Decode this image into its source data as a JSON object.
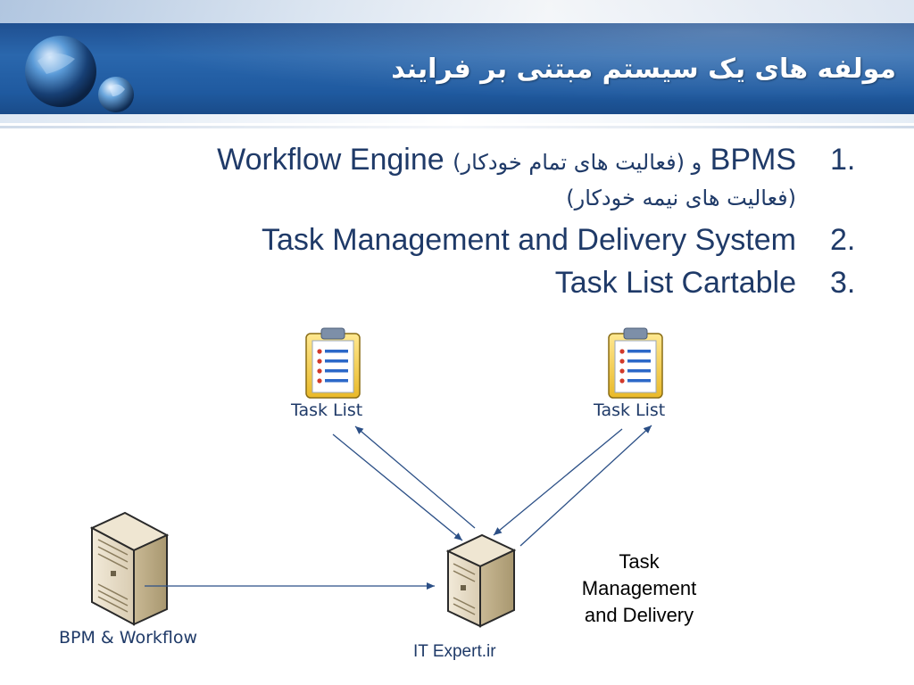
{
  "slide": {
    "title": "مولفه های یک سیستم مبتنی بر فرایند",
    "colors": {
      "header": "#2a67ad",
      "text": "#1f3a68",
      "arrow": "#2b4f86"
    }
  },
  "list": {
    "items": [
      {
        "number": "1.",
        "en": "BPMS",
        "fa_paren": "(فعالیت های تمام خودکار) و",
        "en2": "Workflow Engine",
        "line2": "(فعالیت های نیمه خودکار)"
      },
      {
        "number": "2.",
        "text": "Task Management and Delivery System"
      },
      {
        "number": "3.",
        "text": "Task List Cartable"
      }
    ]
  },
  "diagram": {
    "task_list_left": "Task List",
    "task_list_right": "Task List",
    "bpm_label": "BPM & Workflow",
    "tmd_label": "Task\nManagement\nand Delivery",
    "icons": [
      "clipboard-icon",
      "clipboard-icon",
      "server-icon",
      "server-icon"
    ]
  },
  "footer": {
    "text": "IT Expert.ir"
  }
}
